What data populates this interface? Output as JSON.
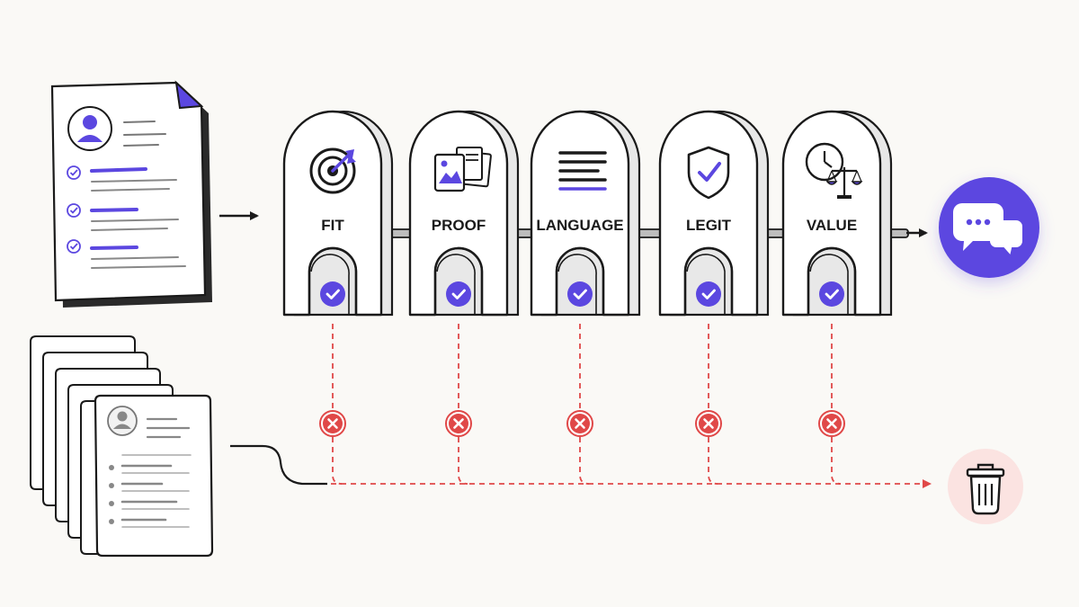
{
  "colors": {
    "background": "#FAF9F6",
    "accent": "#5B47E0",
    "reject": "#E04848",
    "reject_bg": "#FBE3E1",
    "ink": "#1A1A1A",
    "line_gray": "#8A8A8A"
  },
  "gates": [
    {
      "label": "FIT",
      "icon": "target-icon"
    },
    {
      "label": "PROOF",
      "icon": "document-image-icon"
    },
    {
      "label": "LANGUAGE",
      "icon": "text-lines-icon"
    },
    {
      "label": "LEGIT",
      "icon": "shield-check-icon"
    },
    {
      "label": "VALUE",
      "icon": "clock-scale-icon"
    }
  ],
  "pass_marker": "check-badge-icon",
  "reject_marker": "x-badge-icon",
  "outputs": {
    "accepted": "chat-bubbles-icon",
    "rejected": "trash-icon"
  },
  "inputs": {
    "qualified": "resume-document-icon",
    "stack": "resume-stack-icon"
  }
}
